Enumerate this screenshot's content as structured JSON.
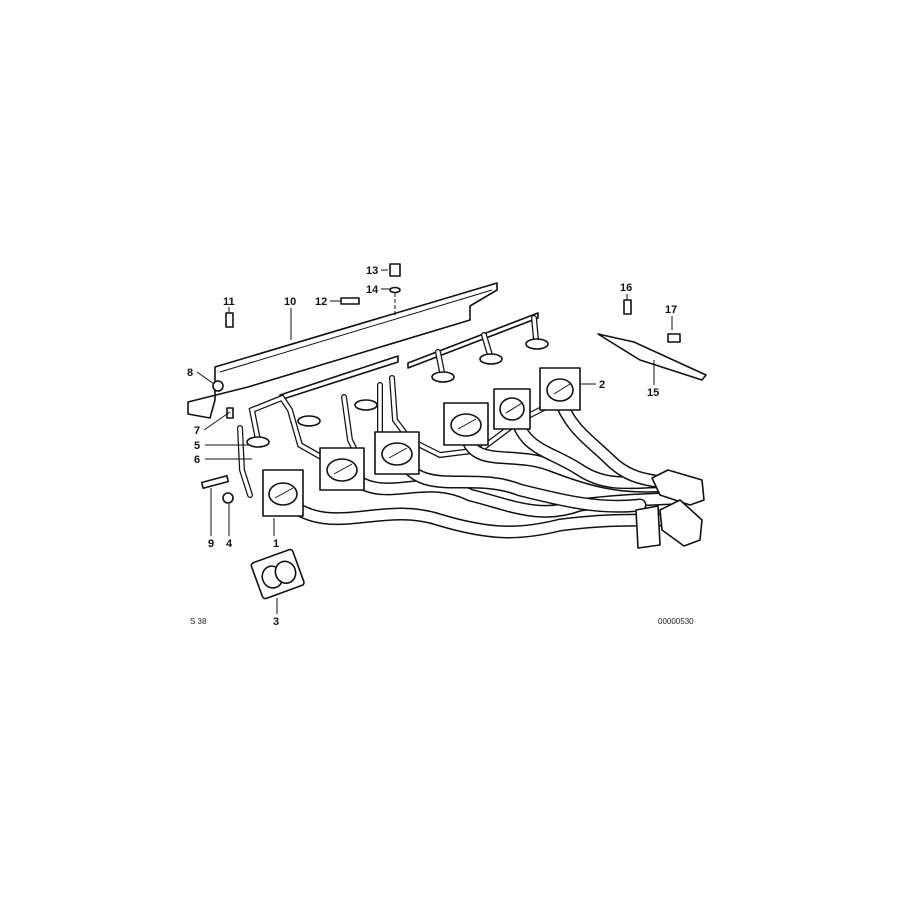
{
  "diagram": {
    "callouts": [
      "1",
      "2",
      "3",
      "4",
      "5",
      "6",
      "7",
      "8",
      "9",
      "10",
      "11",
      "12",
      "13",
      "14",
      "15",
      "16",
      "17"
    ],
    "page_ref": "S 38",
    "drawing_number": "00000530"
  }
}
